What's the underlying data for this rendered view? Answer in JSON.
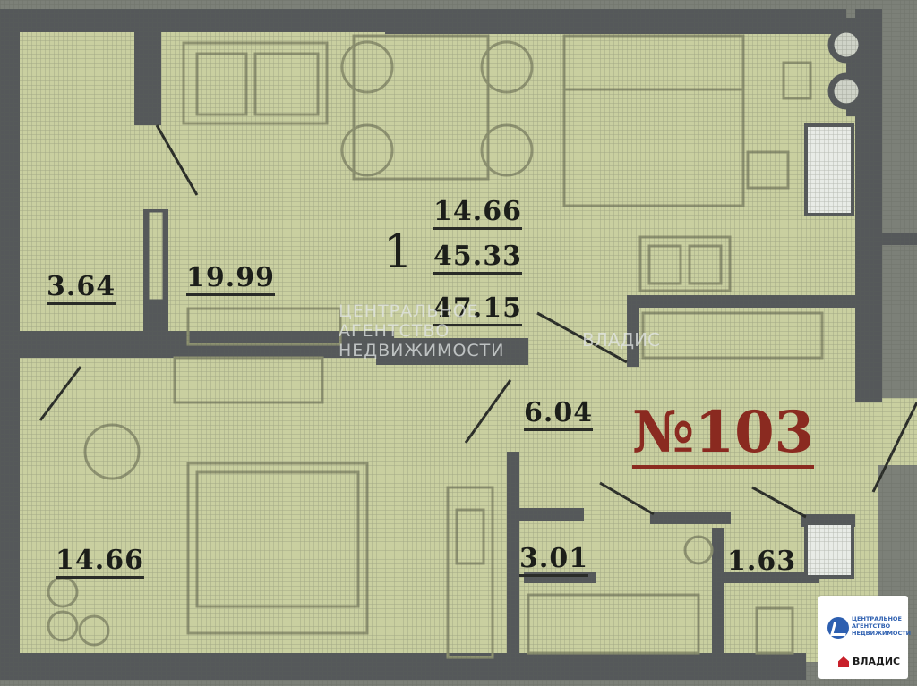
{
  "plan": {
    "rooms_count": "1",
    "total_areas": [
      "14.66",
      "45.33",
      "47.15"
    ],
    "rooms": {
      "closet": "3.64",
      "kitchen_living": "19.99",
      "bedroom": "14.66",
      "hall": "6.04",
      "bathroom": "3.01",
      "wc": "1.63"
    },
    "apartment_number": "№103"
  },
  "watermark": {
    "agency_lines": [
      "ЦЕНТРАЛЬНОЕ",
      "АГЕНТСТВО",
      "НЕДВИЖИМОСТИ"
    ],
    "brand": "ВЛАДИС"
  },
  "badge": {
    "agency_lines": [
      "ЦЕНТРАЛЬНОЕ",
      "АГЕНТСТВО",
      "НЕДВИЖИМОСТИ"
    ],
    "brand": "ВЛАДИС"
  },
  "colors": {
    "floor": "#c9cfa0",
    "wall": "#55585a",
    "outside": "#7c8078",
    "number": "#8a2a20"
  }
}
